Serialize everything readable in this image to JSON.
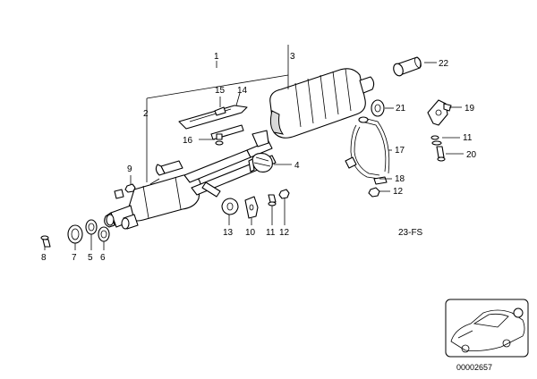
{
  "diagram": {
    "callouts": [
      {
        "id": "c1",
        "text": "1"
      },
      {
        "id": "c2",
        "text": "2"
      },
      {
        "id": "c3",
        "text": "3"
      },
      {
        "id": "c4",
        "text": "4"
      },
      {
        "id": "c5",
        "text": "5"
      },
      {
        "id": "c6",
        "text": "6"
      },
      {
        "id": "c7",
        "text": "7"
      },
      {
        "id": "c8",
        "text": "8"
      },
      {
        "id": "c9",
        "text": "9"
      },
      {
        "id": "c10",
        "text": "10"
      },
      {
        "id": "c11a",
        "text": "11"
      },
      {
        "id": "c11b",
        "text": "11"
      },
      {
        "id": "c12a",
        "text": "12"
      },
      {
        "id": "c12b",
        "text": "12"
      },
      {
        "id": "c13",
        "text": "13"
      },
      {
        "id": "c14",
        "text": "14"
      },
      {
        "id": "c15",
        "text": "15"
      },
      {
        "id": "c16",
        "text": "16"
      },
      {
        "id": "c17",
        "text": "17"
      },
      {
        "id": "c18",
        "text": "18"
      },
      {
        "id": "c19",
        "text": "19"
      },
      {
        "id": "c20",
        "text": "20"
      },
      {
        "id": "c21",
        "text": "21"
      },
      {
        "id": "c22",
        "text": "22"
      }
    ],
    "section_code": "23-FS",
    "image_number": "00002657"
  }
}
